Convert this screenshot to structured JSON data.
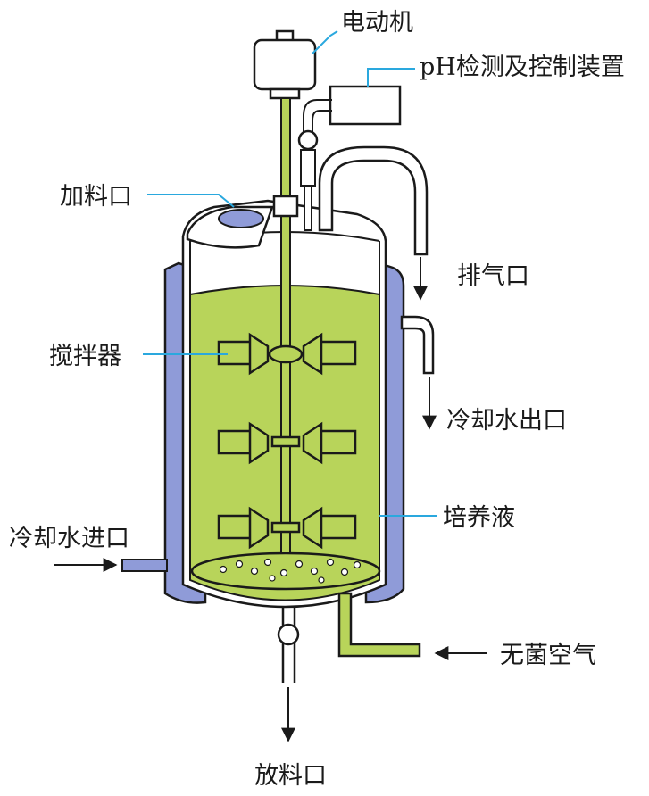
{
  "labels": {
    "motor": "电动机",
    "ph_device": "pH检测及控制装置",
    "feed_port": "加料口",
    "exhaust_port": "排气口",
    "agitator": "搅拌器",
    "cooling_water_outlet": "冷却水出口",
    "culture_medium": "培养液",
    "cooling_water_inlet": "冷却水进口",
    "sterile_air": "无菌空气",
    "discharge_port": "放料口"
  },
  "colors": {
    "jacket": "#8f9bd8",
    "medium": "#b8d45a",
    "vessel_outline": "#1a1a1a",
    "leader_line": "#2aa8de",
    "shaft": "#b8d45a",
    "background": "#ffffff"
  }
}
